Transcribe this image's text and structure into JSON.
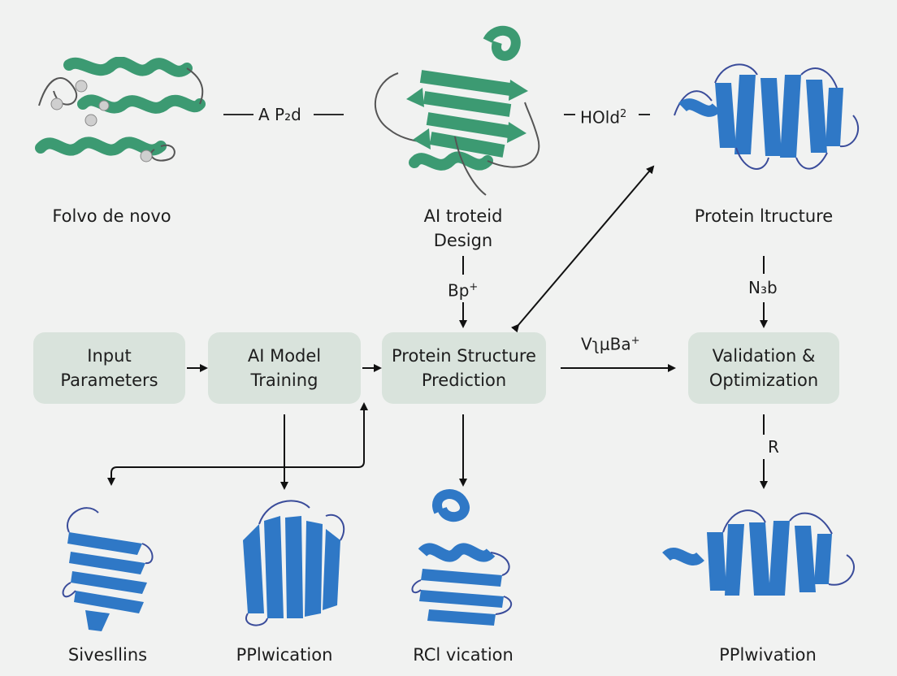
{
  "top": {
    "left_label": "Folvo de novo",
    "center_label_line1": "AI troteid",
    "center_label_line2": "Design",
    "right_label": "Protein ltructure",
    "edge_left": "A P₂d",
    "edge_right_base": "HOld",
    "edge_right_sup": "2"
  },
  "edges": {
    "center_down_base": "Bp",
    "center_down_sup": "+",
    "right_down": "N₃b",
    "middle_right_base": "VʅμBa",
    "middle_right_sup": "+",
    "validation_down": "R"
  },
  "boxes": [
    {
      "line1": "Input",
      "line2": "Parameters"
    },
    {
      "line1": "AI Model",
      "line2": "Training"
    },
    {
      "line1": "Protein Structure",
      "line2": "Prediction"
    },
    {
      "line1": "Validation &",
      "line2": "Optimization"
    }
  ],
  "bottom": {
    "labels": [
      "Sivesllins",
      "PPlwication",
      "RCl vication",
      "PPlwivation"
    ]
  },
  "colors": {
    "green_protein": "#3c9a72",
    "blue_protein": "#2f78c6",
    "box_fill": "#d9e3dc",
    "arrow": "#111111"
  }
}
